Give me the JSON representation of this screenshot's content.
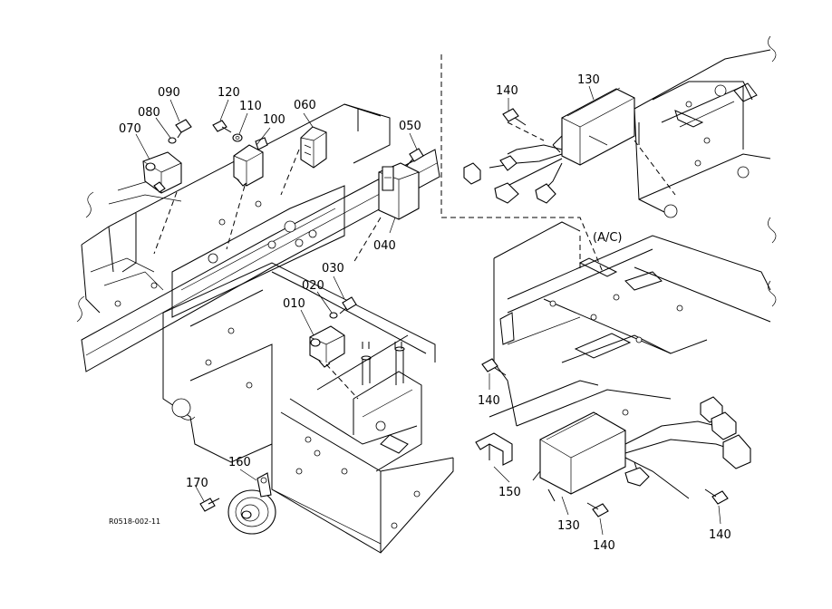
{
  "callouts": {
    "c090": "090",
    "c080": "080",
    "c070": "070",
    "c120": "120",
    "c110": "110",
    "c100": "100",
    "c060": "060",
    "c050": "050",
    "c040": "040",
    "c030": "030",
    "c020": "020",
    "c010": "010",
    "c160": "160",
    "c170": "170",
    "c140a": "140",
    "c130a": "130",
    "c140b": "140",
    "c150": "150",
    "c130b": "130",
    "c140c": "140",
    "c140d": "140"
  },
  "variant_label": "(A/C)",
  "drawing_ref": "R0518-002-11"
}
